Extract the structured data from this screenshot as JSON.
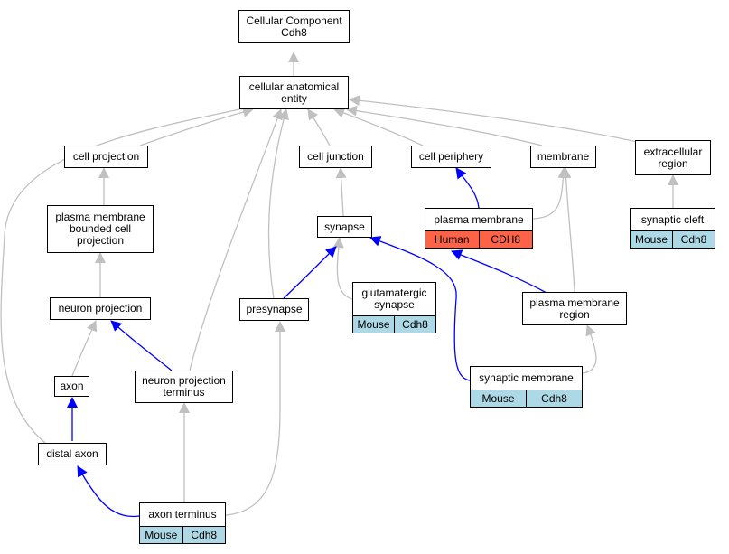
{
  "nodes": {
    "root": {
      "label": "Cellular Component\nCdh8"
    },
    "cae": {
      "label": "cellular anatomical\nentity"
    },
    "cellproj": {
      "label": "cell projection"
    },
    "celljunc": {
      "label": "cell junction"
    },
    "cellperiph": {
      "label": "cell periphery"
    },
    "membrane": {
      "label": "membrane"
    },
    "ecr": {
      "label": "extracellular\nregion"
    },
    "pmbcp": {
      "label": "plasma membrane\nbounded cell\nprojection"
    },
    "synapse": {
      "label": "synapse"
    },
    "pm": {
      "label": "plasma membrane",
      "tags": [
        "Human",
        "CDH8"
      ],
      "tag_color": "#ff6347"
    },
    "cleft": {
      "label": "synaptic cleft",
      "tags": [
        "Mouse",
        "Cdh8"
      ],
      "tag_color": "#add8e6"
    },
    "neuproj": {
      "label": "neuron projection"
    },
    "presyn": {
      "label": "presynapse"
    },
    "glut": {
      "label": "glutamatergic\nsynapse",
      "tags": [
        "Mouse",
        "Cdh8"
      ],
      "tag_color": "#add8e6"
    },
    "pmr": {
      "label": "plasma membrane\nregion"
    },
    "axon": {
      "label": "axon"
    },
    "npt": {
      "label": "neuron projection\nterminus"
    },
    "synmem": {
      "label": "synaptic membrane",
      "tags": [
        "Mouse",
        "Cdh8"
      ],
      "tag_color": "#add8e6"
    },
    "distal": {
      "label": "distal axon"
    },
    "term": {
      "label": "axon terminus",
      "tags": [
        "Mouse",
        "Cdh8"
      ],
      "tag_color": "#add8e6"
    }
  },
  "edge_colors": {
    "is_a": "#c0c0c0",
    "part_of": "#0000ff"
  }
}
